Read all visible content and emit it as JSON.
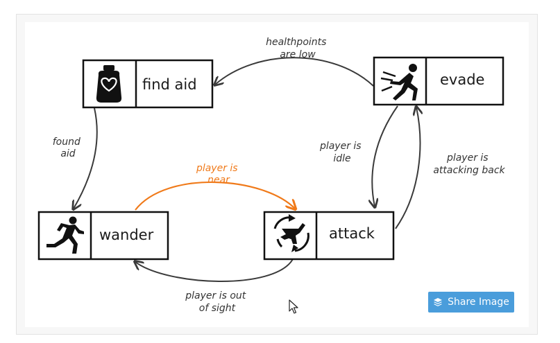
{
  "states": {
    "find_aid": {
      "label": "find aid",
      "icon": "health-potion-icon"
    },
    "evade": {
      "label": "evade",
      "icon": "dash-figure-icon"
    },
    "wander": {
      "label": "wander",
      "icon": "running-man-icon"
    },
    "attack": {
      "label": "attack",
      "icon": "spin-attack-icon"
    }
  },
  "transitions": {
    "evade_to_find_aid": [
      "healthpoints",
      "are low"
    ],
    "find_aid_to_wander": [
      "found",
      "aid"
    ],
    "wander_to_attack": [
      "player is",
      "near"
    ],
    "evade_to_attack": [
      "player is",
      "idle"
    ],
    "attack_to_evade": [
      "player is",
      "attacking back"
    ],
    "attack_to_wander": [
      "player is out",
      "of sight"
    ]
  },
  "colors": {
    "highlight_edge": "#f07a1a",
    "edge": "#3a3a3a",
    "share_button": "#4a9ddb"
  },
  "share_button": {
    "label": "Share Image",
    "icon": "layers-icon"
  }
}
